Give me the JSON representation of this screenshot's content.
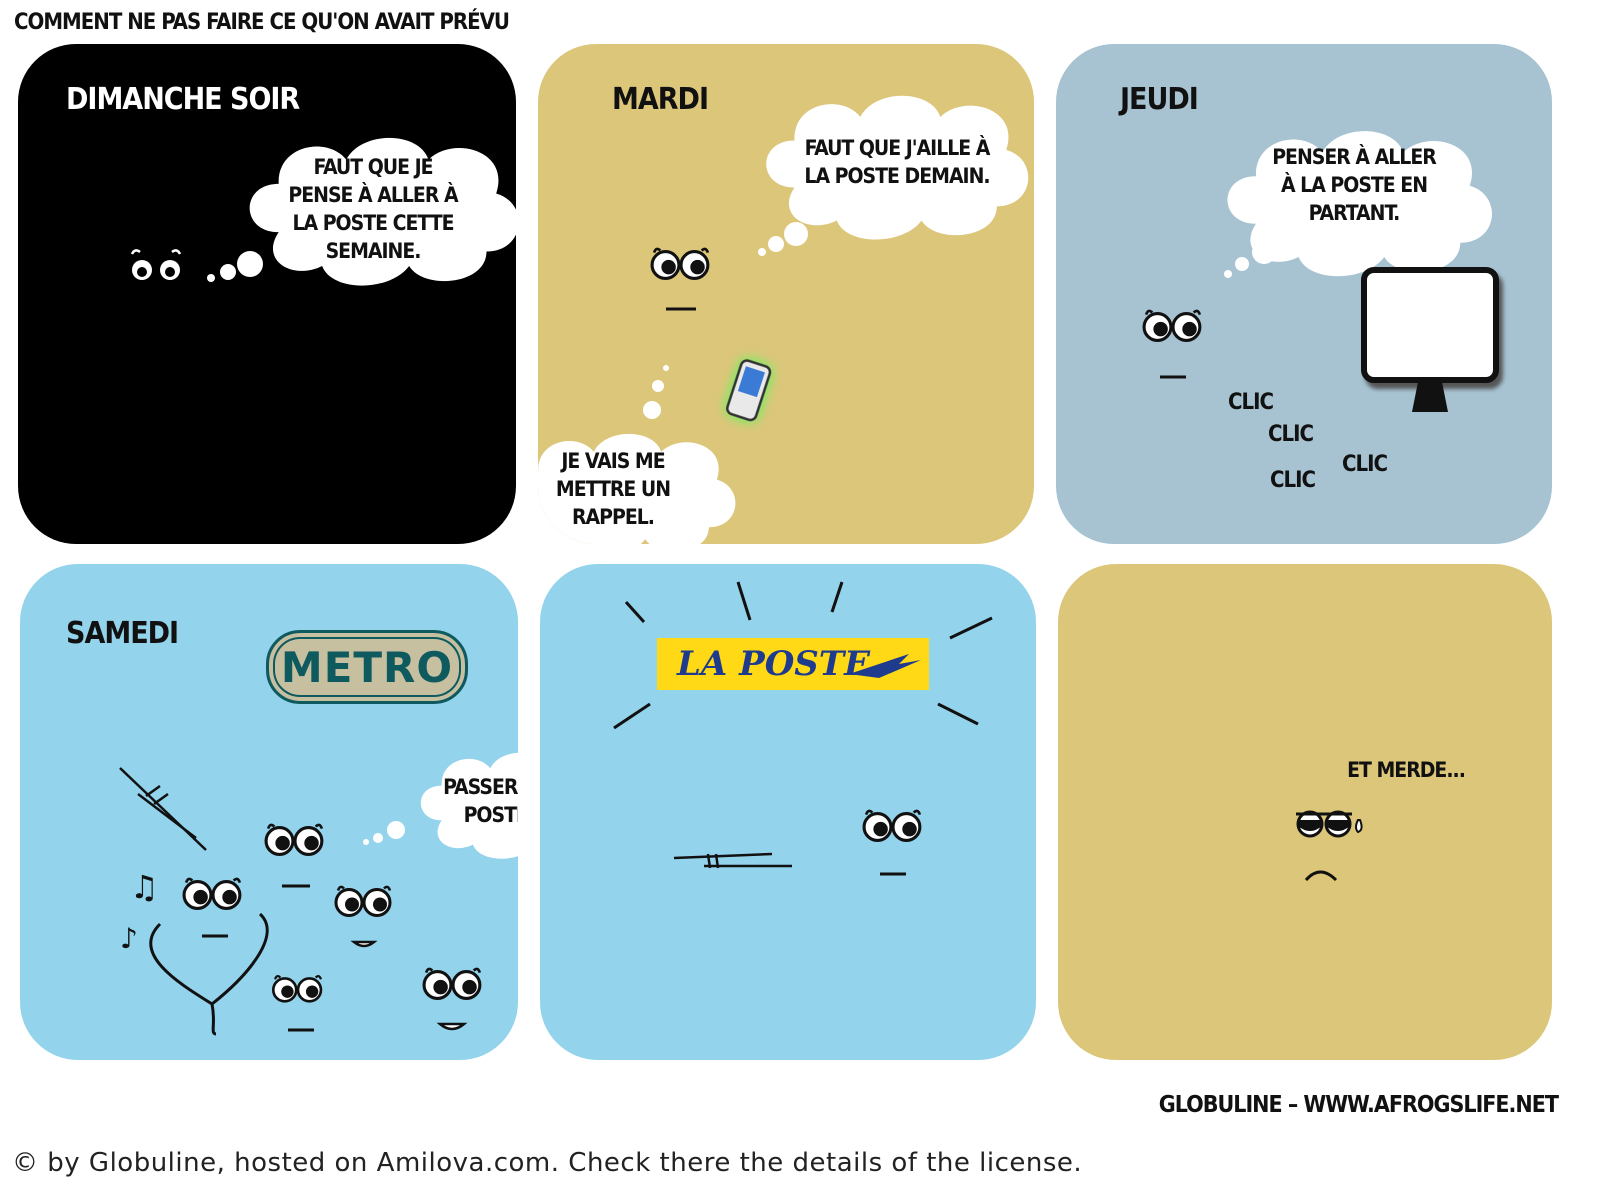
{
  "comic": {
    "title": "COMMENT NE PAS FAIRE CE QU'ON AVAIT PRÉVU",
    "credit": "GLOBULINE – WWW.AFROGSLIFE.NET"
  },
  "panels": [
    {
      "day": "DIMANCHE SOIR",
      "background": "#000000",
      "day_color": "#ffffff",
      "bubbles": [
        "FAUT QUE JE PENSE À ALLER À LA POSTE CETTE SEMAINE."
      ]
    },
    {
      "day": "MARDI",
      "background": "#dcc67a",
      "day_color": "#111111",
      "bubbles": [
        "FAUT QUE J'AILLE À LA POSTE DEMAIN.",
        "JE VAIS ME METTRE UN RAPPEL."
      ]
    },
    {
      "day": "JEUDI",
      "background": "#a7c3d2",
      "day_color": "#111111",
      "bubbles": [
        "PENSER À ALLER À LA POSTE EN PARTANT."
      ],
      "sounds": [
        "CLIC",
        "CLIC",
        "CLIC",
        "CLIC"
      ]
    },
    {
      "day": "SAMEDI",
      "background": "#93d3ec",
      "day_color": "#111111",
      "bubbles": [
        "PASSER À LA POSTE..."
      ],
      "sign": "METRO"
    },
    {
      "day": "",
      "background": "#93d3ec",
      "day_color": "#111111",
      "bubbles": [],
      "sign": "LA POSTE"
    },
    {
      "day": "",
      "background": "#dcc67a",
      "day_color": "#111111",
      "bubbles": [],
      "caption": "ET MERDE..."
    }
  ],
  "footer": {
    "license": "© by Globuline, hosted on Amilova.com. Check there the details of the license."
  },
  "colors": {
    "poste_yellow": "#ffd915",
    "poste_blue": "#1f3b8d",
    "metro_green": "#0e5a5f",
    "metro_cream": "#c7c0a0"
  }
}
